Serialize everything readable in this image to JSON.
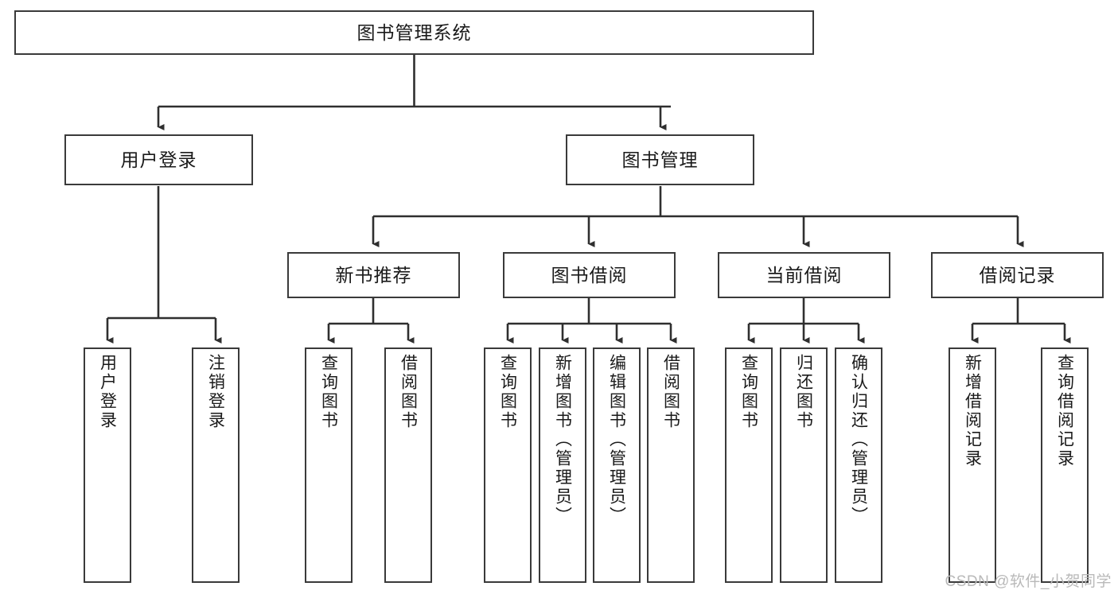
{
  "diagram": {
    "title": "图书管理系统",
    "type": "tree-hierarchy-chart",
    "watermark": "CSDN @软件_小贺同学",
    "colors": {
      "background": "#ffffff",
      "border": "#3a3a3a",
      "text": "#1a1a1a",
      "edge": "#2f2f2f",
      "watermark": "#b9b9b9"
    },
    "levels": {
      "root": {
        "label": "图书管理系统"
      },
      "level2": [
        {
          "label": "用户登录"
        },
        {
          "label": "图书管理"
        }
      ],
      "level3": [
        {
          "label": "新书推荐"
        },
        {
          "label": "图书借阅"
        },
        {
          "label": "当前借阅"
        },
        {
          "label": "借阅记录"
        }
      ],
      "leaves": {
        "user_login": [
          {
            "label": "用户登录"
          },
          {
            "label": "注销登录"
          }
        ],
        "new_book_recommend": [
          {
            "label": "查询图书"
          },
          {
            "label": "借阅图书"
          }
        ],
        "book_borrow": [
          {
            "label": "查询图书"
          },
          {
            "label": "新增图书（管理员）"
          },
          {
            "label": "编辑图书（管理员）"
          },
          {
            "label": "借阅图书"
          }
        ],
        "current_borrow": [
          {
            "label": "查询图书"
          },
          {
            "label": "归还图书"
          },
          {
            "label": "确认归还（管理员）"
          }
        ],
        "borrow_record": [
          {
            "label": "新增借阅记录"
          },
          {
            "label": "查询借阅记录"
          }
        ]
      }
    }
  }
}
